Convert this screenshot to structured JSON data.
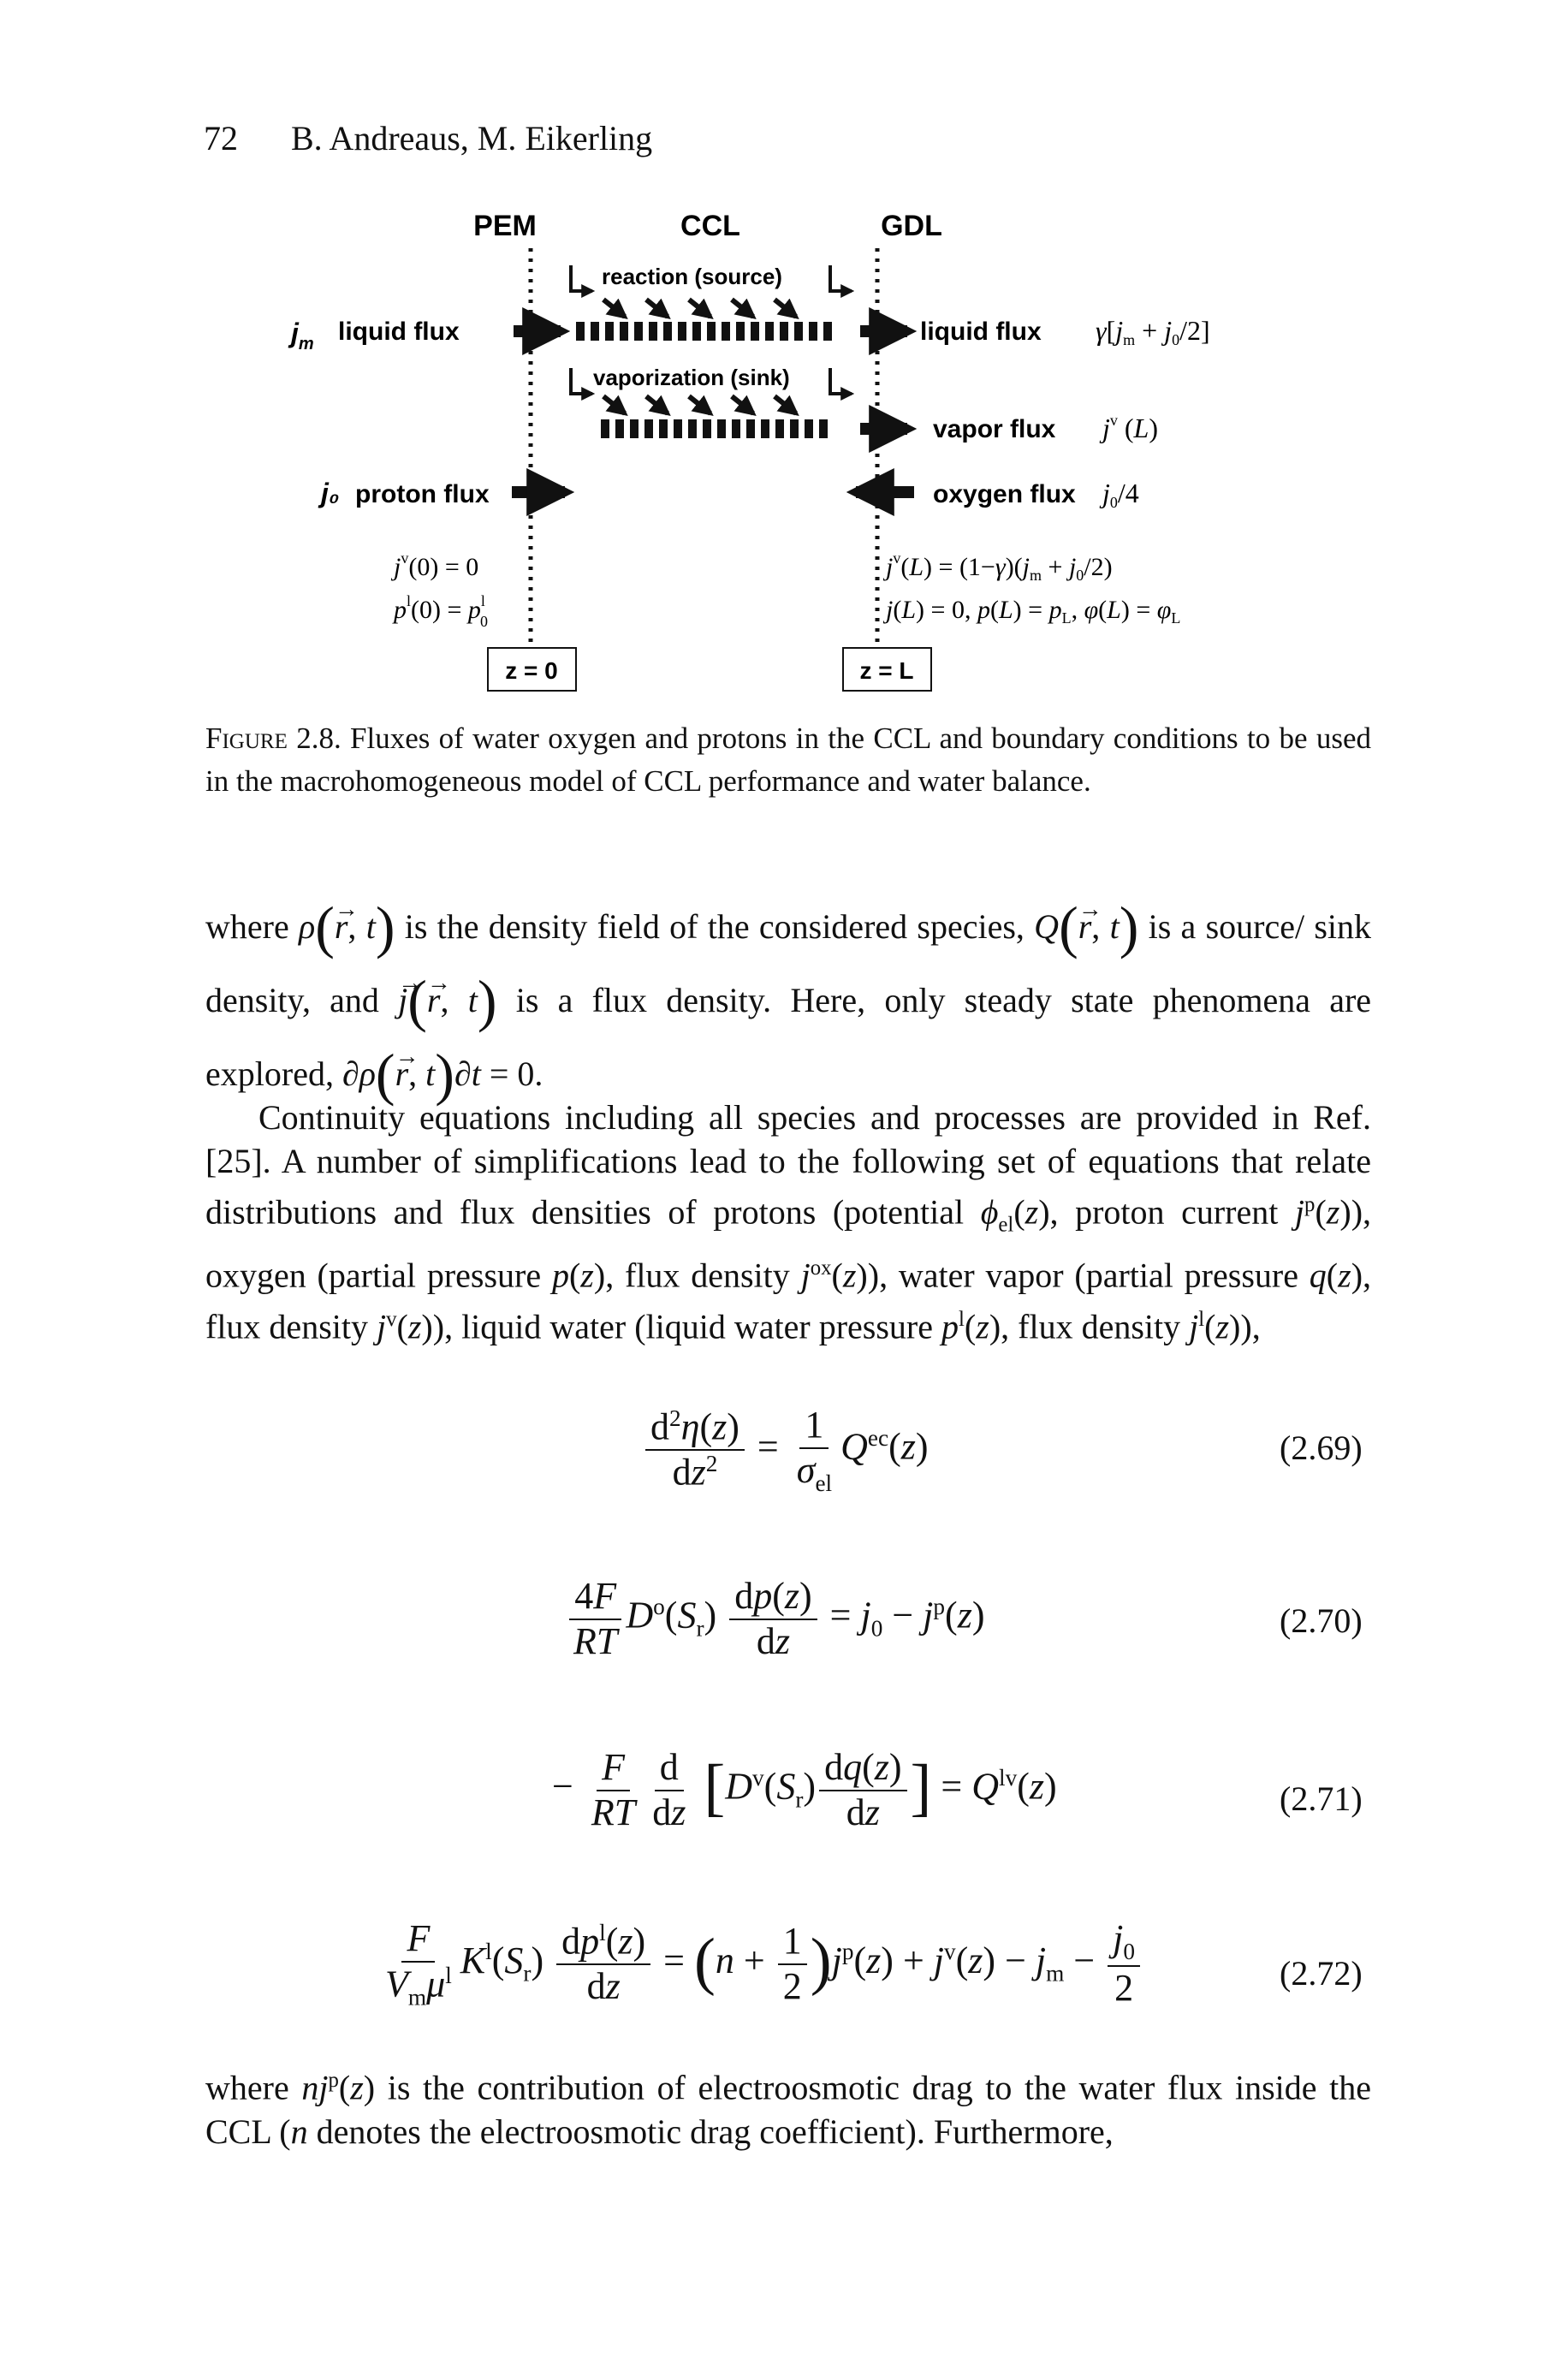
{
  "header": {
    "page_number": "72",
    "authors": "B. Andreaus, M. Eikerling"
  },
  "figure": {
    "col_pem": "PEM",
    "col_ccl": "CCL",
    "col_gdl": "GDL",
    "reaction": "reaction (source)",
    "vaporization": "vaporization (sink)",
    "jm_label": "j",
    "jm_sub": "m",
    "liquid_flux_left": "liquid flux",
    "liquid_flux_right": "liquid flux",
    "liquid_flux_expr": "γ[j_m + j_0/2]",
    "vapor_flux": "vapor flux",
    "vapor_flux_expr": "j^v(L)",
    "j0_label": "j₀",
    "proton_flux": "proton flux",
    "oxygen_flux": "oxygen flux",
    "oxygen_flux_expr": "j₀/4",
    "bc_left_1": "j^v(0) = 0",
    "bc_left_2": "p^l(0) = p^l_0",
    "bc_right_1": "j^v(L) = (1−γ)(j_m + j_0/2)",
    "bc_right_2": "j(L) = 0, p(L) = p_L, φ(L) = φ_L",
    "z0": "z = 0",
    "zL": "z = L"
  },
  "caption": {
    "label": "Figure",
    "number": "2.8.",
    "text": "Fluxes of water oxygen and protons in the CCL and boundary conditions to be used in the macrohomogeneous model of CCL performance and water balance."
  },
  "paragraphs": {
    "p1_a": "where",
    "p1_b": "is the density field of the considered species,",
    "p1_c": "is a source/",
    "p1_d": "sink density, and",
    "p1_e": "is a flux density. Here, only steady state phenomena",
    "p1_f": "are explored,",
    "p2": "Continuity equations including all species and processes are provided in Ref. [25]. A number of simplifications lead to the following set of equations that relate distributions and flux densities of protons (potential",
    "p2_b": ", proton current",
    "p2_c": "), oxygen (partial pressure",
    "p2_d": ", flux density",
    "p2_e": "), water vapor (partial pressure",
    "p2_f": ", flux density",
    "p2_g": "), liquid water (liquid water pressure",
    "p2_h": ", flux density",
    "p2_i": "),",
    "p3_a": "where",
    "p3_b": "is the contribution of electroosmotic drag to the water flux inside the CCL (",
    "p3_c": "denotes the electroosmotic drag coefficient). Furthermore,"
  },
  "equations": [
    {
      "number": "(2.69)"
    },
    {
      "number": "(2.70)"
    },
    {
      "number": "(2.71)"
    },
    {
      "number": "(2.72)"
    }
  ]
}
